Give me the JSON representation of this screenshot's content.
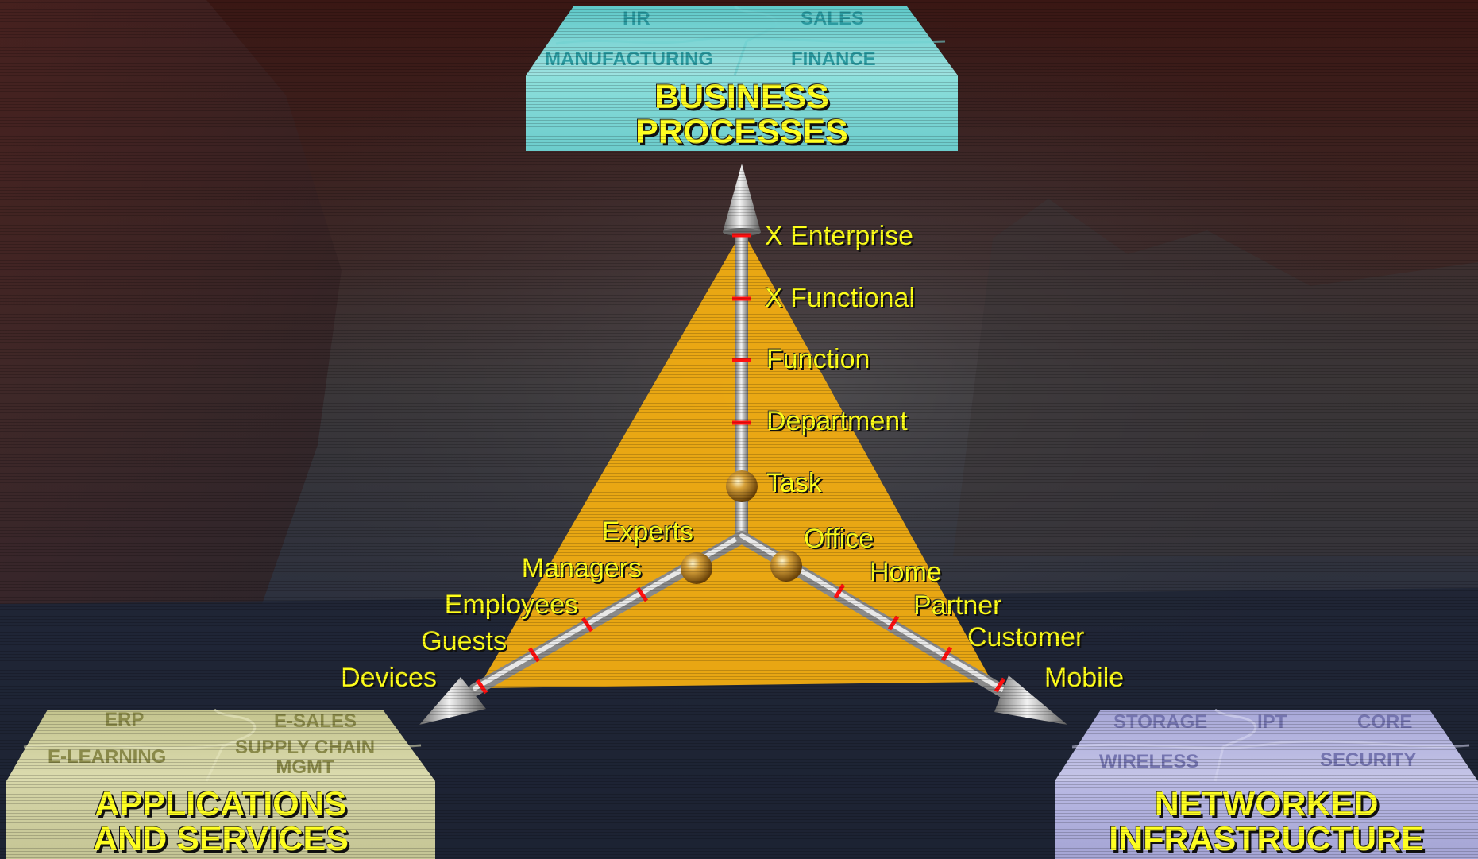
{
  "business": {
    "title_line1": "BUSINESS",
    "title_line2": "PROCESSES",
    "pieces": [
      "HR",
      "SALES",
      "MANUFACTURING",
      "FINANCE"
    ]
  },
  "applications": {
    "title_line1": "APPLICATIONS",
    "title_line2": "AND SERVICES",
    "pieces": [
      "ERP",
      "E-SALES",
      "E-LEARNING",
      "SUPPLY CHAIN",
      "MGMT"
    ]
  },
  "infrastructure": {
    "title_line1": "NETWORKED",
    "title_line2": "INFRASTRUCTURE",
    "pieces": [
      "STORAGE",
      "IPT",
      "CORE",
      "WIRELESS",
      "SECURITY"
    ]
  },
  "axes": {
    "vertical": [
      "X Enterprise",
      "X Functional",
      "Function",
      "Department",
      "Task"
    ],
    "left": [
      "Experts",
      "Managers",
      "Employees",
      "Guests",
      "Devices"
    ],
    "right": [
      "Office",
      "Home",
      "Partner",
      "Customer",
      "Mobile"
    ]
  },
  "colors": {
    "triangle": "#f0ac12",
    "tick": "#ff1010",
    "label": "#ffff1a",
    "business_block": "#78d4d4",
    "applications_block": "#cfcfa0",
    "infrastructure_block": "#b3b3dc"
  }
}
